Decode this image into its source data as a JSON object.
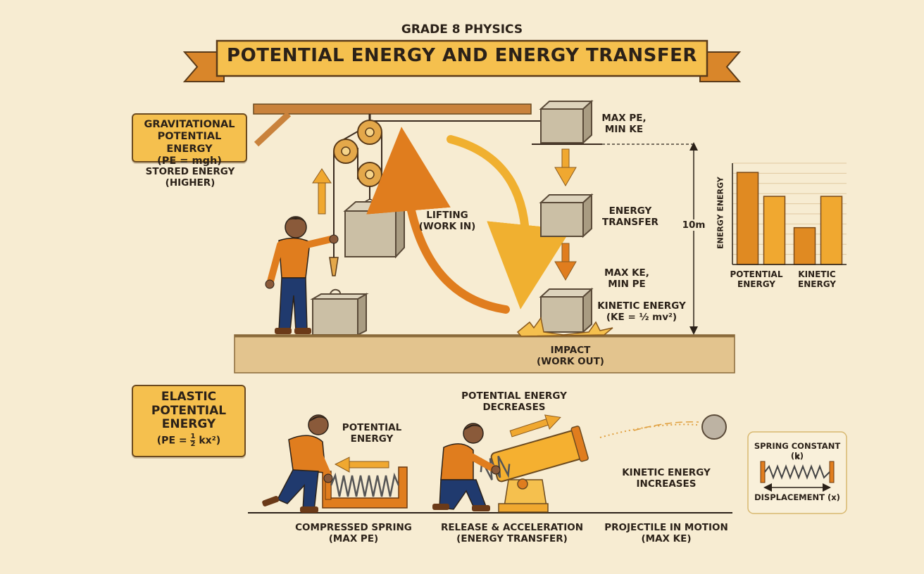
{
  "header": {
    "grade": "GRADE 8 PHYSICS",
    "title": "POTENTIAL ENERGY AND ENERGY TRANSFER"
  },
  "gravitational": {
    "box_line1": "GRAVITATIONAL",
    "box_line2": "POTENTIAL ENERGY",
    "box_line3": "(PE = mgh)",
    "stored_line1": "STORED ENERGY",
    "stored_line2": "(HIGHER)",
    "lifting_line1": "LIFTING",
    "lifting_line2": "(WORK IN)",
    "top_line1": "MAX PE,",
    "top_line2": "MIN KE",
    "mid_line1": "ENERGY",
    "mid_line2": "TRANSFER",
    "low_line1": "MAX KE,",
    "low_line2": "MIN PE",
    "ke_line1": "KINETIC ENERGY",
    "ke_line2": "(KE = ½ mv²)",
    "height": "10m",
    "impact_line1": "IMPACT",
    "impact_line2": "(WORK OUT)"
  },
  "chart_data": {
    "type": "bar",
    "ylabel": "ENERGY ENERGY",
    "categories": [
      "POTENTIAL ENERGY",
      "KINETIC ENERGY"
    ],
    "category_line1": [
      "POTENTIAL",
      "KINETIC"
    ],
    "category_line2": [
      "ENERGY",
      "ENERGY"
    ],
    "groups": [
      {
        "category": "POTENTIAL ENERGY",
        "values": [
          100,
          74
        ]
      },
      {
        "category": "KINETIC ENERGY",
        "values": [
          40,
          74
        ]
      }
    ],
    "ylim": [
      0,
      110
    ],
    "grid": true,
    "colors": [
      "#e08a22",
      "#f0a830"
    ]
  },
  "elastic": {
    "box_line1": "ELASTIC",
    "box_line2": "POTENTIAL",
    "box_line3": "ENERGY",
    "formula_pre": "(PE = ",
    "formula_num": "1",
    "formula_den": "2",
    "formula_post": " kx²)",
    "pe_line1": "POTENTIAL",
    "pe_line2": "ENERGY",
    "dec_line1": "POTENTIAL ENERGY",
    "dec_line2": "DECREASES",
    "inc_line1": "KINETIC ENERGY",
    "inc_line2": "INCREASES",
    "cap1_line1": "COMPRESSED SPRING",
    "cap1_line2": "(MAX PE)",
    "cap2_line1": "RELEASE & ACCELERATION",
    "cap2_line2": "(ENERGY TRANSFER)",
    "cap3_line1": "PROJECTILE IN MOTION",
    "cap3_line2": "(MAX KE)",
    "spring_title": "SPRING CONSTANT (k)",
    "spring_k": "k",
    "spring_disp": "DISPLACEMENT (x)"
  },
  "colors": {
    "background": "#f7ecd2",
    "accent": "#f5c04e",
    "orange": "#e07d1e",
    "ground": "#e3c48e",
    "stone": "#cbbfa5",
    "wood": "#c9823c"
  }
}
